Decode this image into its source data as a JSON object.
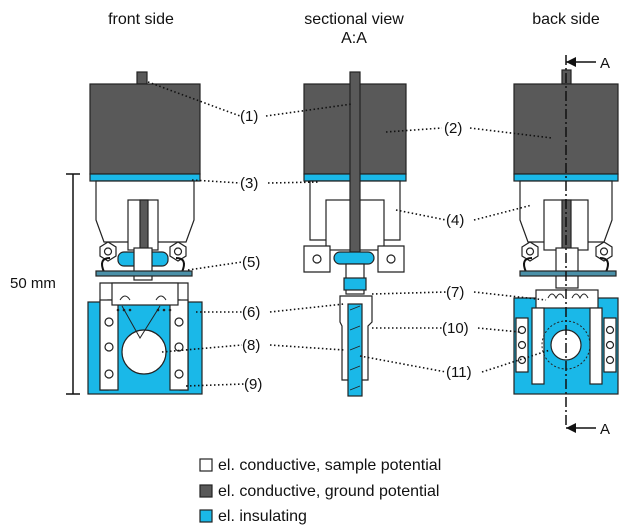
{
  "views": {
    "front": "front side",
    "sectional_line1": "sectional view",
    "sectional_line2": "A:A",
    "back": "back side"
  },
  "section_marker": "A",
  "dimension": "50 mm",
  "callouts": [
    "(1)",
    "(2)",
    "(3)",
    "(4)",
    "(5)",
    "(6)",
    "(7)",
    "(8)",
    "(9)",
    "(10)",
    "(11)"
  ],
  "legend": [
    {
      "label": "el. conductive, sample potential",
      "color": "#ffffff"
    },
    {
      "label": "el. conductive, ground potential",
      "color": "#595959"
    },
    {
      "label": "el. insulating",
      "color": "#1ab8e8"
    }
  ],
  "colors": {
    "ground": "#595959",
    "insulating": "#1ab8e8",
    "sample": "#ffffff",
    "outline": "#222222"
  }
}
